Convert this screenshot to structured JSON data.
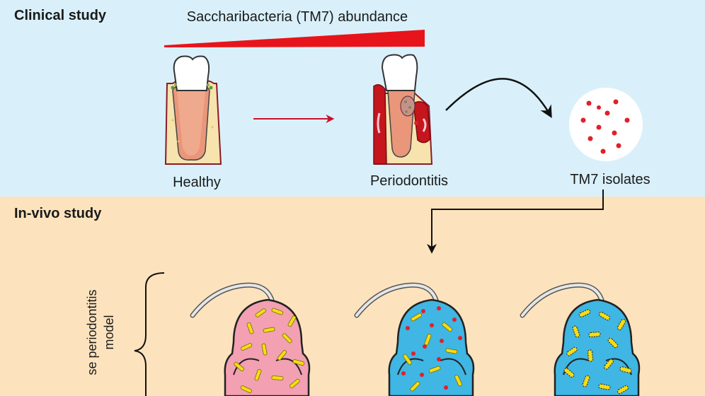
{
  "panels": {
    "clinical": {
      "title": "Clinical study",
      "gradient_label": "Saccharibacteria (TM7) abundance",
      "stages": [
        "Healthy",
        "Periodontitis"
      ],
      "isolates_label": "TM7 isolates"
    },
    "invivo": {
      "title": "In-vivo study",
      "side_label_line1": "se periodontitis",
      "side_label_line2": "model"
    }
  },
  "colors": {
    "clinical_bg": "#d9f0fa",
    "invivo_bg": "#fde3bd",
    "gradient_red": "#e8141b",
    "arrow_red": "#c8102e",
    "mouse_pink": "#f2a0b2",
    "mouse_blue": "#3fb6e3",
    "bacteria_yellow": "#f5dd14",
    "isolate_red": "#e0202a"
  },
  "icons": [
    "healthy-tooth-icon",
    "periodontitis-tooth-icon",
    "petri-dish-icon",
    "mouse-icon"
  ]
}
